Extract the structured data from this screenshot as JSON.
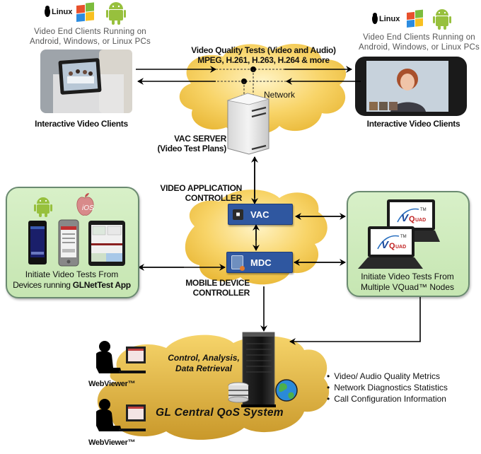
{
  "top_left_client": {
    "os_linux_label": "Linux",
    "caption_line1": "Video End Clients Running on",
    "caption_line2": "Android, Windows, or Linux PCs",
    "title": "Interactive Video Clients"
  },
  "top_right_client": {
    "os_linux_label": "Linux",
    "caption_line1": "Video End Clients Running on",
    "caption_line2": "Android, Windows, or Linux PCs",
    "title": "Interactive Video Clients"
  },
  "network": {
    "tests_line1": "Video Quality Tests (Video and Audio)",
    "tests_line2": "MPEG, H.261, H.263, H.264 & more",
    "label": "Network"
  },
  "vac_server": {
    "line1": "VAC SERVER",
    "line2": "(Video Test Plans)"
  },
  "controllers": {
    "vac_caption_line1": "VIDEO APPLICATION",
    "vac_caption_line2": "CONTROLLER",
    "vac_label": "VAC",
    "mdc_label": "MDC",
    "mdc_caption_line1": "MOBILE DEVICE",
    "mdc_caption_line2": "CONTROLLER"
  },
  "left_box": {
    "ios_label": "iOS",
    "line1": "Initiate Video Tests From",
    "line2_prefix": "Devices running ",
    "line2_bold": "GLNetTest App"
  },
  "right_box": {
    "vquad_logo": "VQuad",
    "tm": "™",
    "line1": "Initiate Video Tests From",
    "line2": "Multiple VQuad™ Nodes"
  },
  "qos": {
    "caption_line1": "Control, Analysis,",
    "caption_line2": "Data Retrieval",
    "title": "GL Central QoS System",
    "webviewer_1": "WebViewer™",
    "webviewer_2": "WebViewer™",
    "metrics": [
      "Video/ Audio Quality Metrics",
      "Network  Diagnostics Statistics",
      "Call Configuration Information"
    ]
  },
  "colors": {
    "cloud": "#f5c94a",
    "controller_blue": "#2f57a0",
    "green_box": "#cfeabc",
    "android_green": "#97c03d"
  }
}
